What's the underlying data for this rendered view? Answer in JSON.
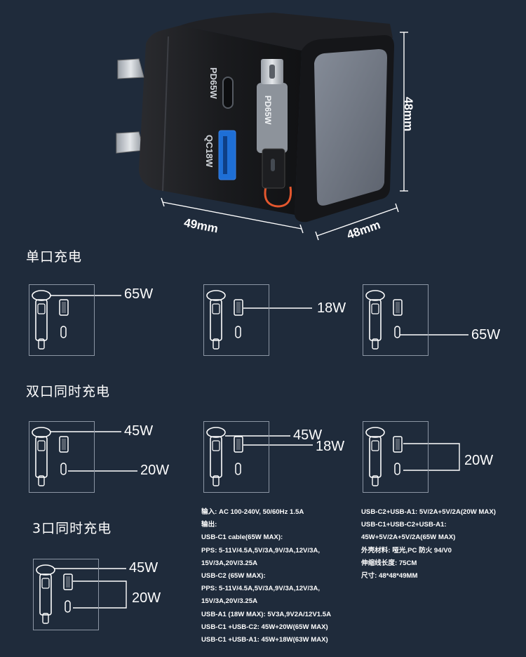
{
  "product": {
    "port_label_pd": "PD65W",
    "port_label_qc": "QC18W",
    "cable_label": "PD65W"
  },
  "dimensions": {
    "height": "48mm",
    "width": "49mm",
    "depth": "48mm"
  },
  "sections": {
    "single": "单口充电",
    "dual": "双口同时充电",
    "triple": "3口同时充电"
  },
  "outputs": {
    "single_cable": "65W",
    "single_usba": "18W",
    "single_usbc": "65W",
    "dual1_cable": "45W",
    "dual1_usbc": "20W",
    "dual2_cable": "45W",
    "dual2_usba": "18W",
    "dual3_combined": "20W",
    "triple_cable": "45W",
    "triple_combined": "20W"
  },
  "specs_left": [
    "输入: AC 100-240V, 50/60Hz  1.5A",
    "输出:",
    "USB-C1 cable(65W MAX):",
    "PPS: 5-11V/4.5A,5V/3A,9V/3A,12V/3A,",
    "15V/3A,20V/3.25A",
    "USB-C2 (65W MAX):",
    "PPS: 5-11V/4.5A,5V/3A,9V/3A,12V/3A,",
    "15V/3A,20V/3.25A",
    "USB-A1 (18W MAX): 5V3A,9V2A/12V1.5A",
    "USB-C1 +USB-C2: 45W+20W(65W MAX)",
    "USB-C1 +USB-A1: 45W+18W(63W MAX)"
  ],
  "specs_right": [
    "USB-C2+USB-A1: 5V/2A+5V/2A(20W MAX)",
    "USB-C1+USB-C2+USB-A1:",
    "45W+5V/2A+5V/2A(65W MAX)",
    "外壳材料: 哑光,PC 防火 94/V0",
    "伸缩线长度: 75CM",
    "尺寸: 48*48*49MM"
  ],
  "colors": {
    "background": "#1f2b3b",
    "usba_port": "#1e6fd6",
    "cable_ring": "#e4572e",
    "body": "#1b1c1f",
    "face": "#6d7480"
  }
}
